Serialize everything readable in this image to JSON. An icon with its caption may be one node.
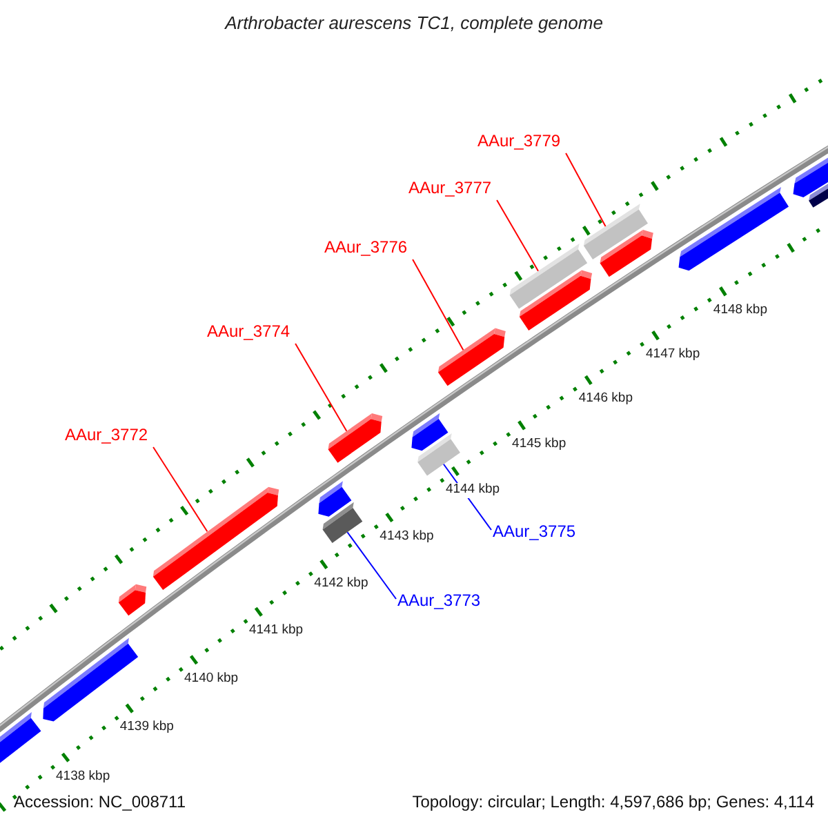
{
  "diagram": {
    "title": "Arthrobacter aurescens TC1, complete genome",
    "nodes": [
      {
        "text": [
          "AAur_3779"
        ]
      },
      {
        "text": [
          "AAur_3777"
        ]
      },
      {
        "text": [
          "AAur_3776"
        ]
      },
      {
        "text": [
          "AAur_3774"
        ]
      },
      {
        "text": [
          "AAur_3772"
        ]
      },
      {
        "text": [
          "AAur_3775"
        ]
      },
      {
        "text": [
          "AAur_3773"
        ]
      },
      {
        "text": [],
        "shape": "bar"
      },
      {
        "text": [],
        "shape": "bar"
      },
      {
        "text": [],
        "shape": "bar"
      },
      {
        "text": [],
        "shape": "bar"
      },
      {
        "text": [],
        "shape": "bar"
      },
      {
        "text": [],
        "shape": "bar"
      },
      {
        "text": [],
        "shape": "bar"
      }
    ],
    "edges": [
      {
        "from": 0,
        "to": 13,
        "arrow": "none"
      },
      {
        "from": 1,
        "to": 12,
        "arrow": "none"
      },
      {
        "from": 2,
        "to": 11,
        "arrow": "none"
      },
      {
        "from": 3,
        "to": 9,
        "arrow": "none"
      },
      {
        "from": 4,
        "to": 7,
        "arrow": "none"
      },
      {
        "from": 5,
        "to": 10,
        "arrow": "none",
        "color": "#0000ff"
      },
      {
        "from": 6,
        "to": 8,
        "arrow": "none",
        "color": "#0000ff"
      }
    ],
    "labels": [
      "4148 kbp",
      "4147 kbp",
      "4146 kbp",
      "4145 kbp",
      "4144 kbp",
      "4143 kbp",
      "4142 kbp",
      "4141 kbp",
      "4140 kbp",
      "4139 kbp",
      "4138 kbp",
      "Accession: NC_008711",
      "Topology: circular; Length: 4,597,686 bp; Genes: 4,114"
    ]
  }
}
